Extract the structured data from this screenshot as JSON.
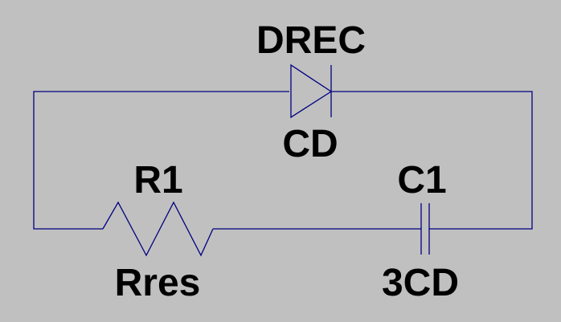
{
  "colors": {
    "background": "#c0c0c0",
    "wire": "#000080",
    "text": "#000000"
  },
  "diode": {
    "model": "DREC",
    "value": "CD"
  },
  "resistor": {
    "name": "R1",
    "value": "Rres"
  },
  "capacitor": {
    "name": "C1",
    "value": "3CD"
  }
}
